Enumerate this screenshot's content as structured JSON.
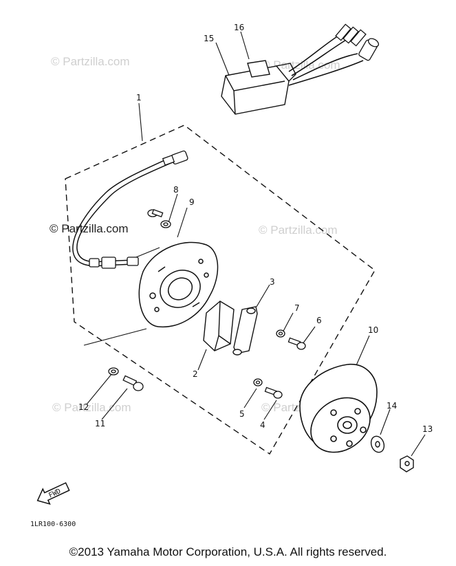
{
  "diagram": {
    "watermark": "© Partzilla.com",
    "reference_code": "1LR100-6300",
    "fwd_arrow_label": "FWD",
    "callouts": [
      "1",
      "2",
      "3",
      "4",
      "5",
      "6",
      "7",
      "8",
      "9",
      "10",
      "11",
      "12",
      "13",
      "14",
      "15",
      "16"
    ]
  },
  "footer": {
    "copyright": "©2013  Yamaha Motor Corporation, U.S.A. All rights reserved."
  }
}
